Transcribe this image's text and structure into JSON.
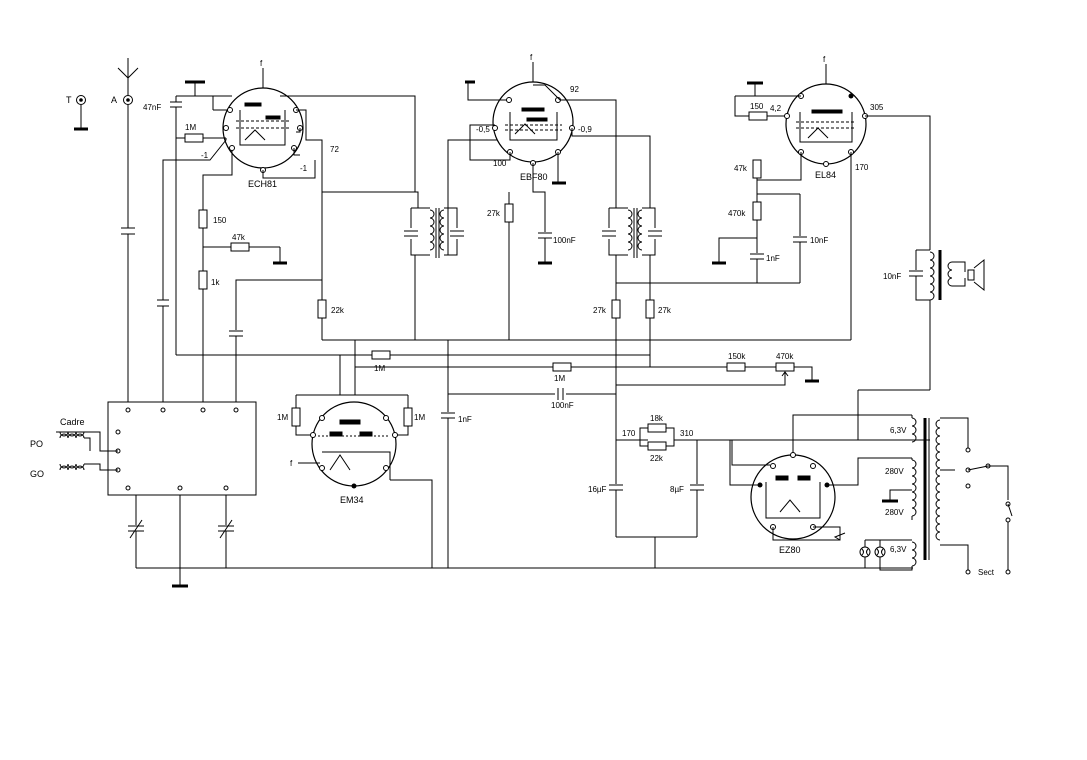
{
  "terminals": {
    "earth": "T",
    "antenna": "A"
  },
  "tubes": {
    "ech81": "ECH81",
    "ebf80": "EBF80",
    "el84": "EL84",
    "em34": "EM34",
    "ez80": "EZ80"
  },
  "filament_label": "f",
  "resistors": {
    "r_1m_ech": "1M",
    "r_150_ech": "150",
    "r_47k_ech": "47k",
    "r_1k": "1k",
    "r_22k": "22k",
    "r_27k_if1": "27k",
    "r_27k_a": "27k",
    "r_27k_b": "27k",
    "r_1m_agc": "1M",
    "r_1m_em_left": "1M",
    "r_1m_em_right": "1M",
    "r_1m_det": "1M",
    "r_150k": "150k",
    "r_470k_pot": "470k",
    "r_150_el": "150",
    "r_47k_el": "47k",
    "r_470k_el": "470k",
    "r_18k": "18k",
    "r_22k_ps": "22k"
  },
  "capacitors": {
    "c_47nf": "47nF",
    "c_100nf_a": "100nF",
    "c_100nf_b": "100nF",
    "c_1nf_em": "1nF",
    "c_1nf_el": "1nF",
    "c_10nf_el": "10nF",
    "c_10nf_out": "10nF",
    "c_16uf": "16µF",
    "c_8uf": "8µF"
  },
  "voltages": {
    "ech_neg1_a": "-1",
    "ech_neg1_b": "-1",
    "ech_72": "72",
    "ebf_92": "92",
    "ebf_neg05": "-0,5",
    "ebf_neg09": "-0,9",
    "ebf_100": "100",
    "el_42": "4,2",
    "el_305": "305",
    "el_170": "170",
    "ps_170": "170",
    "ps_310": "310",
    "tr_63_top": "6,3V",
    "tr_280_a": "280V",
    "tr_280_b": "280V",
    "tr_63_bottom": "6,3V"
  },
  "coil_block": {
    "title": "Cadre",
    "po": "PO",
    "go": "GO"
  },
  "mains_label": "Sect"
}
